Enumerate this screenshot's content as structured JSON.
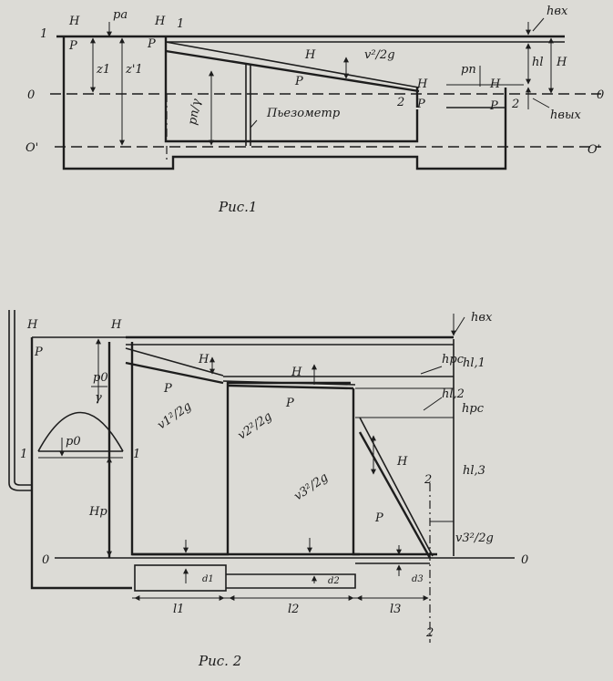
{
  "figure1": {
    "caption": "Рис.1",
    "section_1": "1",
    "section_2": "2",
    "datum_0": "0",
    "datum_0prime": "O'",
    "H": "H",
    "P": "P",
    "pa": "pa",
    "z1": "z1",
    "z1prime": "z'1",
    "pn_gamma": "pn/γ",
    "piezometer": "Пьезометр",
    "v2_2g": "v²/2g",
    "pn": "pn",
    "h_vx": "hвх",
    "h_l": "hl",
    "h_vyx": "hвых"
  },
  "figure2": {
    "caption": "Рис. 2",
    "section_1": "1",
    "section_2": "2",
    "datum_0": "0",
    "H": "H",
    "P": "P",
    "p0_gamma_top": "p0",
    "p0_gamma_bottom": "γ",
    "p0": "p0",
    "Hp": "Hp",
    "v1_2g": "v1²/2g",
    "v2_2g": "v2²/2g",
    "v3_2g": "v3²/2g",
    "v3_2g_right": "v3²/2g",
    "h_vx": "hвх",
    "h_re": "hрс",
    "h_l1": "hl,1",
    "h_l2": "hl,2",
    "h_rc": "hрс",
    "h_l3": "hl,3",
    "d1": "d1",
    "d2": "d2",
    "d3": "d3",
    "l1": "l1",
    "l2": "l2",
    "l3": "l3"
  }
}
